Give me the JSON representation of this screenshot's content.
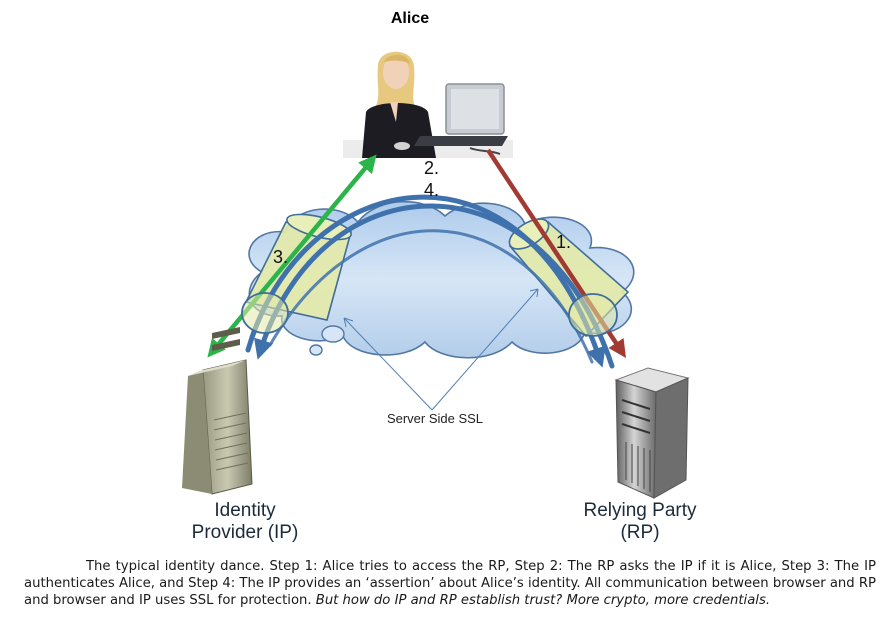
{
  "alice": {
    "name": "Alice"
  },
  "identity_provider": {
    "line1": "Identity",
    "line2": "Provider (IP)"
  },
  "relying_party": {
    "line1": "Relying Party",
    "line2": "(RP)"
  },
  "ssl_label": "Server Side SSL",
  "steps": {
    "s1": "1.",
    "s2": "2.",
    "s3": "3.",
    "s4": "4."
  },
  "caption": {
    "main": "The typical identity dance. Step 1: Alice tries to access the RP, Step 2: The RP asks the IP if it is Alice, Step 3: The IP authenticates Alice, and Step 4: The IP provides an ‘assertion’ about Alice’s identity. All communication between browser and RP and browser and IP uses SSL for protection.",
    "question": "But how do IP and RP establish trust? More crypto, more credentials."
  },
  "colors": {
    "cloud_fill": "#c7dcf2",
    "cloud_stroke": "#5277a3",
    "tunnel_fill": "#e3eaa8",
    "blue_arrow": "#3f72ad",
    "green_arrow": "#2bb44a",
    "red_arrow": "#a13a32"
  }
}
